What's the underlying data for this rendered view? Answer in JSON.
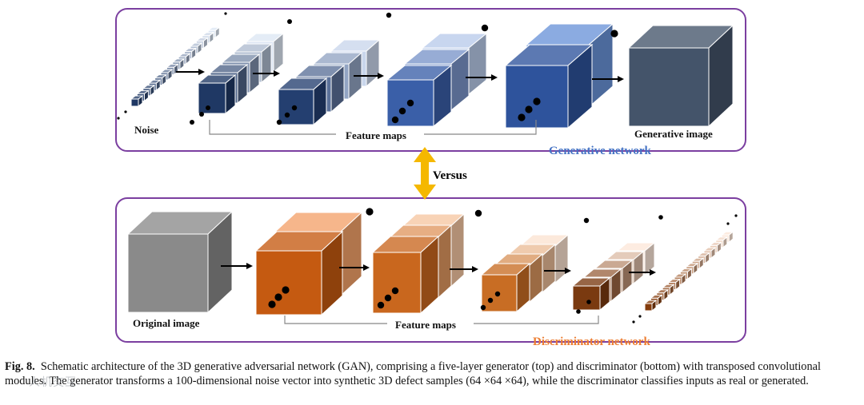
{
  "generator": {
    "panel_title": "Generative network",
    "noise_label": "Noise",
    "feature_maps_label": "Feature maps",
    "output_label": "Generative image",
    "title_color": "#4472c4",
    "frame_color": "#7b3fa0"
  },
  "versus_label": "Versus",
  "versus_arrow_color": "#f5b800",
  "discriminator": {
    "panel_title": "Discriminator network",
    "input_label": "Original image",
    "feature_maps_label": "Feature maps",
    "title_color": "#ed7d31",
    "frame_color": "#7b3fa0"
  },
  "caption": {
    "fig_label": "Fig. 8.",
    "text": "Schematic architecture of the 3D generative adversarial network (GAN), comprising a five-layer generator (top) and discriminator (bottom) with transposed convolutional modules. The generator transforms a 100-dimensional noise vector into synthetic 3D defect samples (64 ×64 ×64), while the discriminator classifies inputs as real or generated."
  },
  "watermark": "人机交互"
}
